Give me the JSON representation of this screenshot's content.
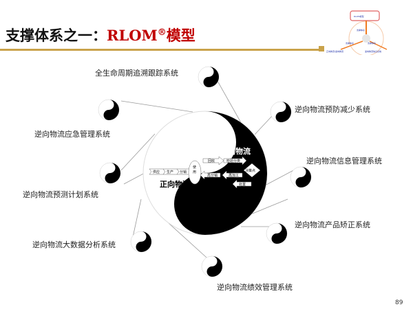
{
  "title": {
    "prefix": "支撑体系之一：",
    "brand": "RLOM",
    "reg": "®",
    "suffix": "模型"
  },
  "inset": {
    "box": "RLOM模型",
    "left": "正向物流/逆向物流",
    "right": "逆向物流信息系统",
    "spoke1": "支撑体系",
    "spoke2": "支撑体系",
    "spoke3": "支撑体系"
  },
  "diagram": {
    "reverse": "逆向物流",
    "forward": "正向物流",
    "forward_steps": [
      "供应",
      "生产",
      "分销"
    ],
    "use": "使用",
    "reverse_steps": [
      "回收",
      "检验分类",
      "决策点",
      "再分销",
      "再加工",
      "处置"
    ]
  },
  "systems": [
    "全生命周期追溯跟踪系统",
    "逆向物流预防减少系统",
    "逆向物流应急管理系统",
    "逆向物流信息管理系统",
    "逆向物流预测计划系统",
    "逆向物流产品矫正系统",
    "逆向物流大数据分析系统",
    "逆向物流绩效管理系统"
  ],
  "page_number": "89",
  "colors": {
    "accent": "#c00000",
    "gold": "#c9a24a"
  }
}
